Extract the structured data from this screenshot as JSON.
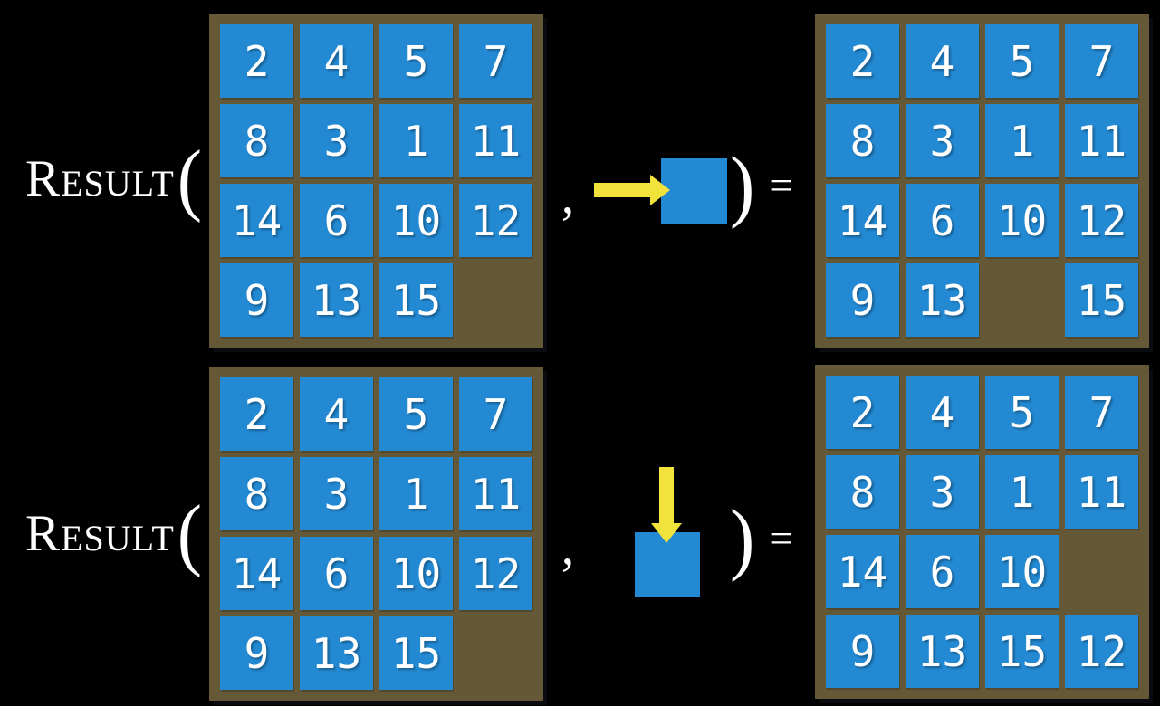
{
  "colors": {
    "background": "#000000",
    "tile_blue": "#2389D2",
    "board_brown": "#655836",
    "arrow_yellow": "#F2E23C",
    "text_white": "#FFFFFF"
  },
  "function_label": {
    "name": "Result",
    "open_paren": "(",
    "comma": ",",
    "close_paren": ")",
    "equals": "="
  },
  "examples": [
    {
      "name": "move-right",
      "action_icon": "right-arrow-icon",
      "input_grid": [
        [
          "2",
          "4",
          "5",
          "7"
        ],
        [
          "8",
          "3",
          "1",
          "11"
        ],
        [
          "14",
          "6",
          "10",
          "12"
        ],
        [
          "9",
          "13",
          "15",
          ""
        ]
      ],
      "output_grid": [
        [
          "2",
          "4",
          "5",
          "7"
        ],
        [
          "8",
          "3",
          "1",
          "11"
        ],
        [
          "14",
          "6",
          "10",
          "12"
        ],
        [
          "9",
          "13",
          "",
          "15"
        ]
      ]
    },
    {
      "name": "move-down",
      "action_icon": "down-arrow-icon",
      "input_grid": [
        [
          "2",
          "4",
          "5",
          "7"
        ],
        [
          "8",
          "3",
          "1",
          "11"
        ],
        [
          "14",
          "6",
          "10",
          "12"
        ],
        [
          "9",
          "13",
          "15",
          ""
        ]
      ],
      "output_grid": [
        [
          "2",
          "4",
          "5",
          "7"
        ],
        [
          "8",
          "3",
          "1",
          "11"
        ],
        [
          "14",
          "6",
          "10",
          ""
        ],
        [
          "9",
          "13",
          "15",
          "12"
        ]
      ]
    }
  ]
}
